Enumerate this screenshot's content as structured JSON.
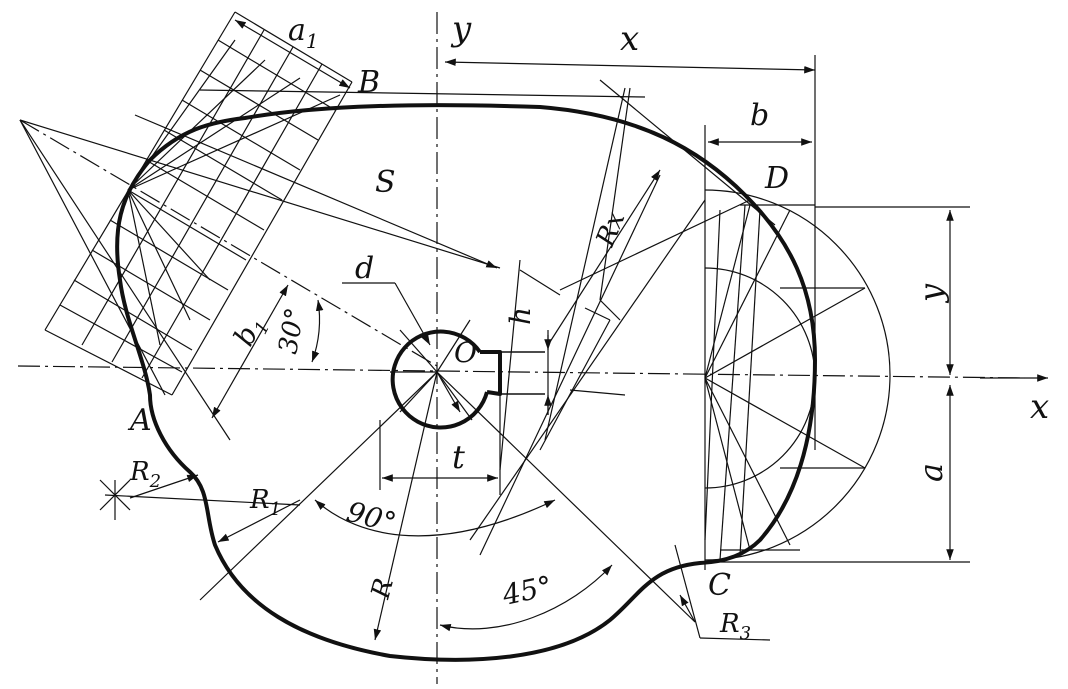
{
  "figure": {
    "labels": {
      "y_top": "y",
      "x_top": "x",
      "a1": "a",
      "a1_sub": "1",
      "B": "B",
      "b": "b",
      "D": "D",
      "S": "S",
      "Rx": "Rx",
      "d": "d",
      "h": "h",
      "b1": "b",
      "b1_sub": "1",
      "angle30": "30°",
      "O": "O",
      "x_axis": "x",
      "y_right": "y",
      "A": "A",
      "R2": "R",
      "R2_sub": "2",
      "R1": "R",
      "R1_sub": "1",
      "t": "t",
      "angle90": "90°",
      "a": "a",
      "C": "C",
      "R": "R",
      "angle45": "45°",
      "R3": "R",
      "R3_sub": "3"
    }
  }
}
